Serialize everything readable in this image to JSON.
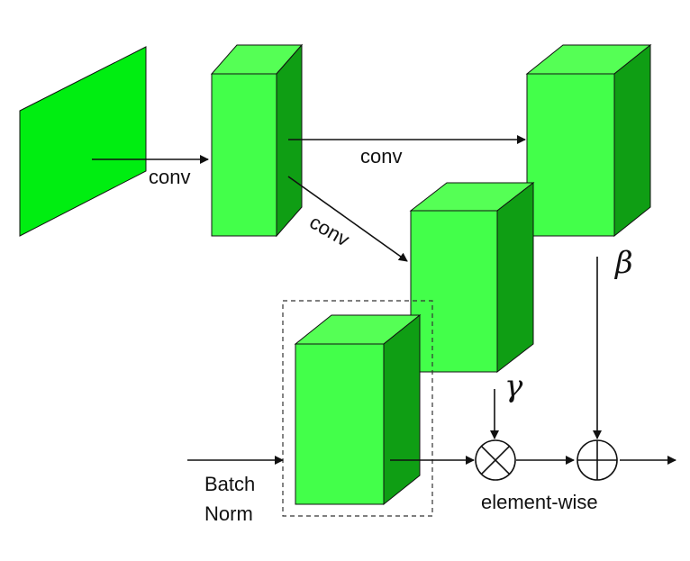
{
  "colors": {
    "face_front": "#43ff4a",
    "face_top": "#55ff55",
    "face_side": "#0f9e14",
    "input_plane": "#00ee11",
    "stroke": "#111111"
  },
  "labels": {
    "conv_input": "conv",
    "conv_top": "conv",
    "conv_diag": "conv",
    "beta": "β",
    "gamma": "γ",
    "batch_norm_line1": "Batch",
    "batch_norm_line2": "Norm",
    "element_wise": "element-wise"
  },
  "operators": {
    "multiply": "multiply-operator",
    "add": "add-operator"
  }
}
